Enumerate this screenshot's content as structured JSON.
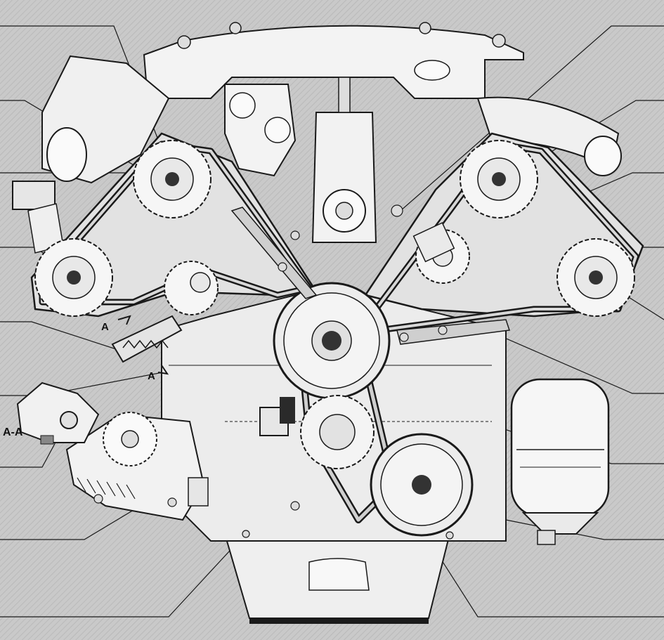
{
  "section_marks": {
    "top_mark": "A",
    "bottom_mark": "A",
    "section_label": "A-A"
  },
  "colors": {
    "background": "#c9c9c9",
    "hatch": "#b3b3b3",
    "part_fill": "#f4f4f4",
    "cover_fill": "#e2e2e2",
    "line": "#1a1a1a"
  }
}
